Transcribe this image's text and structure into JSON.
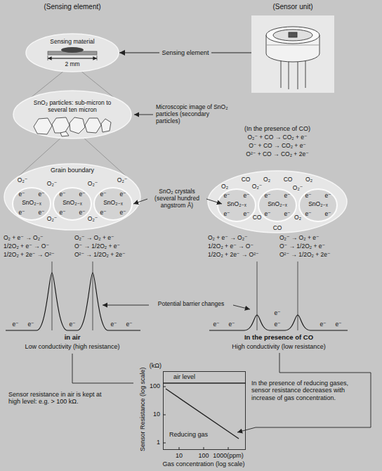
{
  "diagram": {
    "nodes": [
      {
        "text": [
          "Sensing material",
          "2 mm"
        ]
      },
      {
        "text": [
          "(Sensor unit)"
        ]
      },
      {
        "text": [
          "SnO₂ particles: sub-micron to several ten micron"
        ]
      },
      {
        "text": [
          "Grain boundary"
        ]
      },
      {
        "text": [
          "SnO₂₋ₓ"
        ],
        "in": 3
      },
      {
        "text": [
          "SnO₂₋ₓ"
        ],
        "in": 3
      },
      {
        "text": [
          "SnO₂₋ₓ"
        ],
        "in": 3
      },
      {
        "text": [
          "(In the presence of CO)",
          "O₂⁻ + CO → CO₂ + e⁻",
          "O⁻ + CO → CO₂ + e⁻",
          "O²⁻ + CO → CO₂ + 2e⁻"
        ]
      },
      {
        "text": [
          "SnO₂₋ₓ"
        ],
        "in": 7
      },
      {
        "text": [
          "SnO₂₋ₓ"
        ],
        "in": 7
      },
      {
        "text": [
          "SnO₂₋ₓ"
        ],
        "in": 7
      },
      {
        "text": [
          "air level",
          "Reducing gas"
        ]
      }
    ],
    "edges": [
      {
        "from": 1,
        "to": 0,
        "arrow": "to",
        "label": "Sensing element"
      }
    ],
    "labels": [
      "(Sensing element)",
      "Microscopic image of SnO₂ particles (secondary particles)",
      "SnO₂ crystals (several hundred angstrom Å)",
      "O₂ + e⁻ → O₂⁻",
      "1/2O₂ + e⁻ → O⁻",
      "1/2O₂ + 2e⁻ → O²⁻",
      "O₂⁻ → O₂ + e⁻",
      "O⁻ → 1/2O₂ + e⁻",
      "O²⁻ → 1/2O₂ + 2e⁻",
      "O₂ + e⁻ → O₂⁻",
      "1/2O₂ + e⁻ → O⁻",
      "1/2O₂ + 2e⁻ → O²⁻",
      "O₂⁻ → O₂ + e⁻",
      "O⁻ → 1/2O₂ + e⁻",
      "O²⁻ → 1/2O₂ + 2e⁻",
      "Potential barrier changes",
      "in air",
      "Low conductivity (high resistance)",
      "In the presence of CO",
      "High conductivity (low resistance)",
      "Sensor resistance in air is kept at high level: e.g. > 100 kΩ.",
      "In the presence of reducing gases, sensor resistance decreases with increase of gas concentration.",
      "(kΩ)",
      "100",
      "10",
      "1",
      "10",
      "100",
      "1000(ppm)",
      "Sensor Resistance (log scale)",
      "Gas concentration (log scale)",
      "e⁻",
      "e⁻",
      "e⁻",
      "e⁻",
      "e⁻",
      "e⁻",
      "e⁻",
      "e⁻",
      "e⁻",
      "e⁻",
      "e⁻",
      "e⁻",
      "O₂⁻",
      "O₂⁻",
      "O₂⁻",
      "O₂⁻",
      "O₂⁻",
      "O₂⁻",
      "e⁻",
      "e⁻",
      "e⁻",
      "e⁻",
      "e⁻",
      "e⁻",
      "e⁻",
      "e⁻",
      "e⁻",
      "e⁻",
      "e⁻",
      "e⁻",
      "e⁻",
      "e⁻",
      "e⁻",
      "e⁻",
      "e⁻",
      "O₂⁻",
      "O₂⁻",
      "CO",
      "CO",
      "CO",
      "CO",
      "O₂",
      "O₂",
      "O₂",
      "O₂",
      "e⁻",
      "e⁻",
      "e⁻",
      "e⁻",
      "e⁻",
      "e⁻"
    ]
  }
}
